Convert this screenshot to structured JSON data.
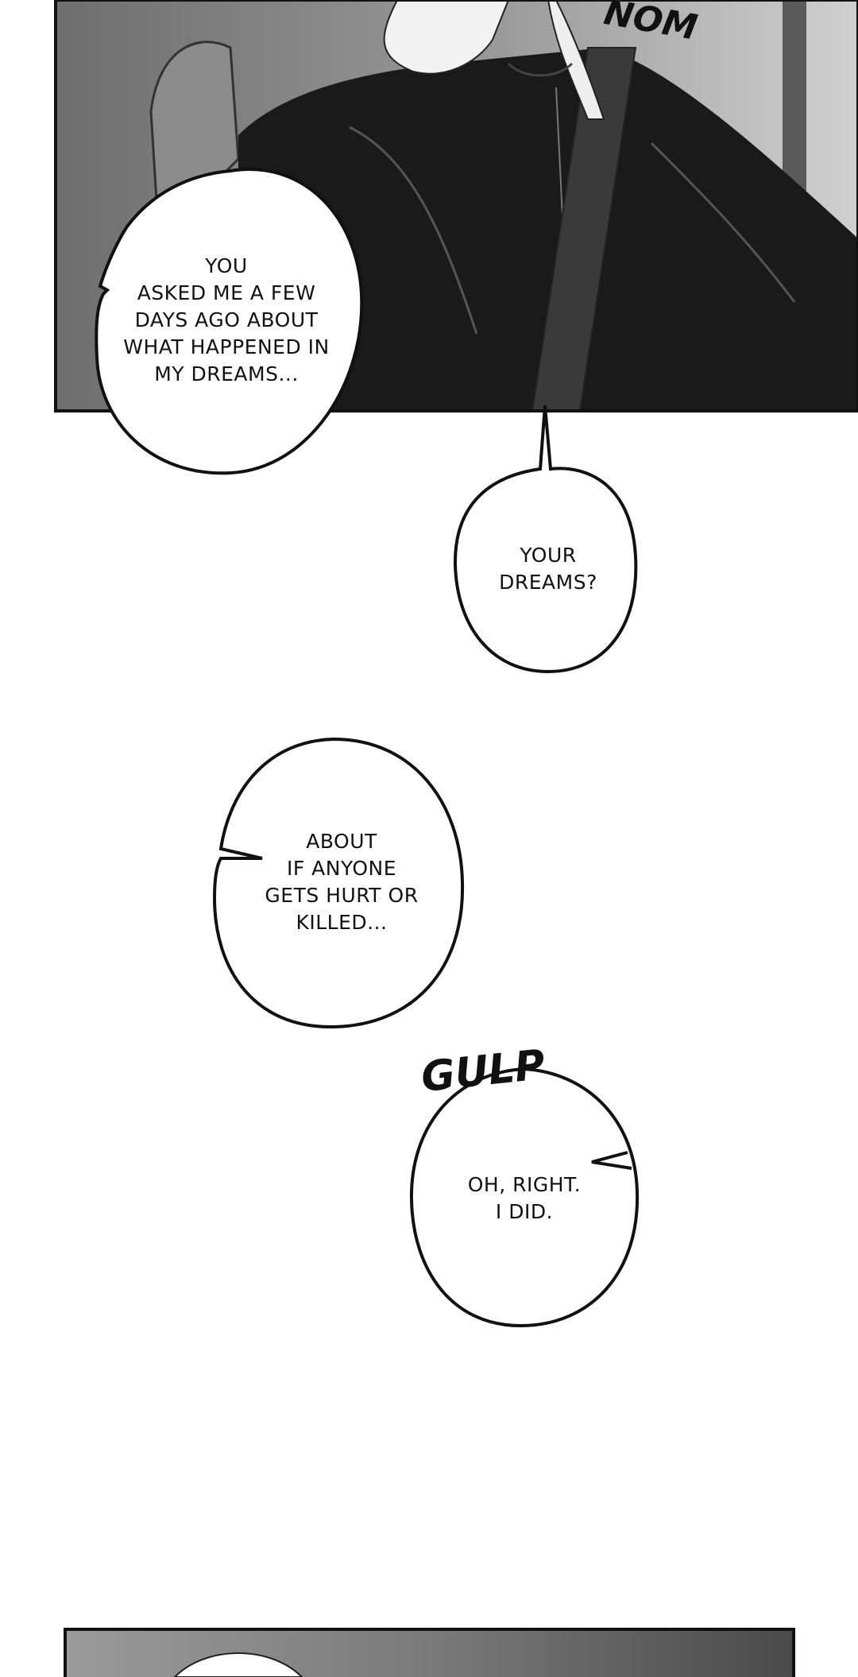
{
  "panels": {
    "top": {
      "sfx": "NOM"
    },
    "dialogue": [
      {
        "lines": [
          "YOU",
          "ASKED ME A FEW",
          "DAYS AGO ABOUT",
          "WHAT HAPPENED IN",
          "MY DREAMS..."
        ]
      },
      {
        "lines": [
          "YOUR",
          "DREAMS?"
        ]
      },
      {
        "lines": [
          "ABOUT",
          "IF ANYONE",
          "GETS HURT OR",
          "KILLED..."
        ]
      },
      {
        "lines": [
          "OH, RIGHT.",
          "I DID."
        ]
      }
    ],
    "sfx_gulp": "GULP"
  },
  "colors": {
    "panel_dark": "#1a1a1a",
    "panel_mid": "#8a8a8a",
    "panel_light": "#cfcfcf",
    "bubble_fill": "#ffffff",
    "ink": "#111111"
  }
}
